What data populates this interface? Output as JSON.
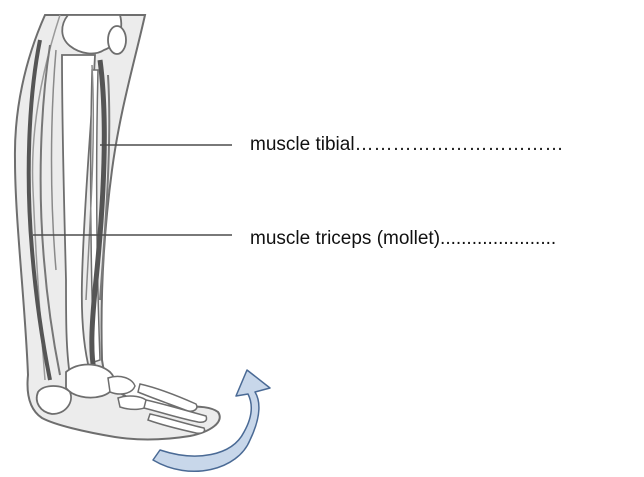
{
  "labels": {
    "tibial": "muscle tibial……………………………",
    "triceps": "muscle triceps (mollet)......................"
  },
  "colors": {
    "background": "#ffffff",
    "outline": "#6e6e6e",
    "muscle_dark": "#555555",
    "leg_fill": "#ececec",
    "bone_fill": "#ffffff",
    "arrow_fill": "#c8d7ea",
    "arrow_stroke": "#4a6a95",
    "leader_line": "#4d4d4d"
  },
  "icons": {
    "arrow": "curved-flexion-arrow"
  }
}
